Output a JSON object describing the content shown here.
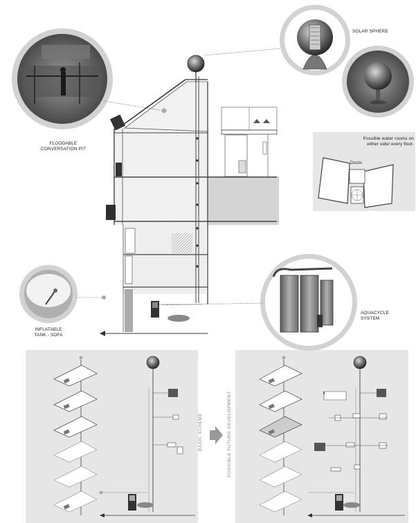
{
  "labels": {
    "floodable_line1": "FLOODABLE",
    "floodable_line2": "CONVERSATION PIT",
    "solar": "SOLAR SPHERE",
    "water_rooms_line1": "Possible water rooms on",
    "water_rooms_line2": "either side/ every floor.",
    "ducts": "Ducts",
    "inflatable_line1": "INFLATABLE",
    "inflatable_line2": "TANK - SOFA",
    "aquacycle_line1": "AQUACYCLE",
    "aquacycle_line2": "SYSTEM",
    "basic_scheme": "BASIC SCHEME",
    "future_dev": "POSSIBLE FUTURE DEVELOPMENT"
  },
  "colors": {
    "panel": "#e6e6e6",
    "circle_ring": "#d0d0d0",
    "line": "#555555",
    "photo_dark": "#3a3a3a",
    "photo_mid": "#8a8a8a"
  }
}
